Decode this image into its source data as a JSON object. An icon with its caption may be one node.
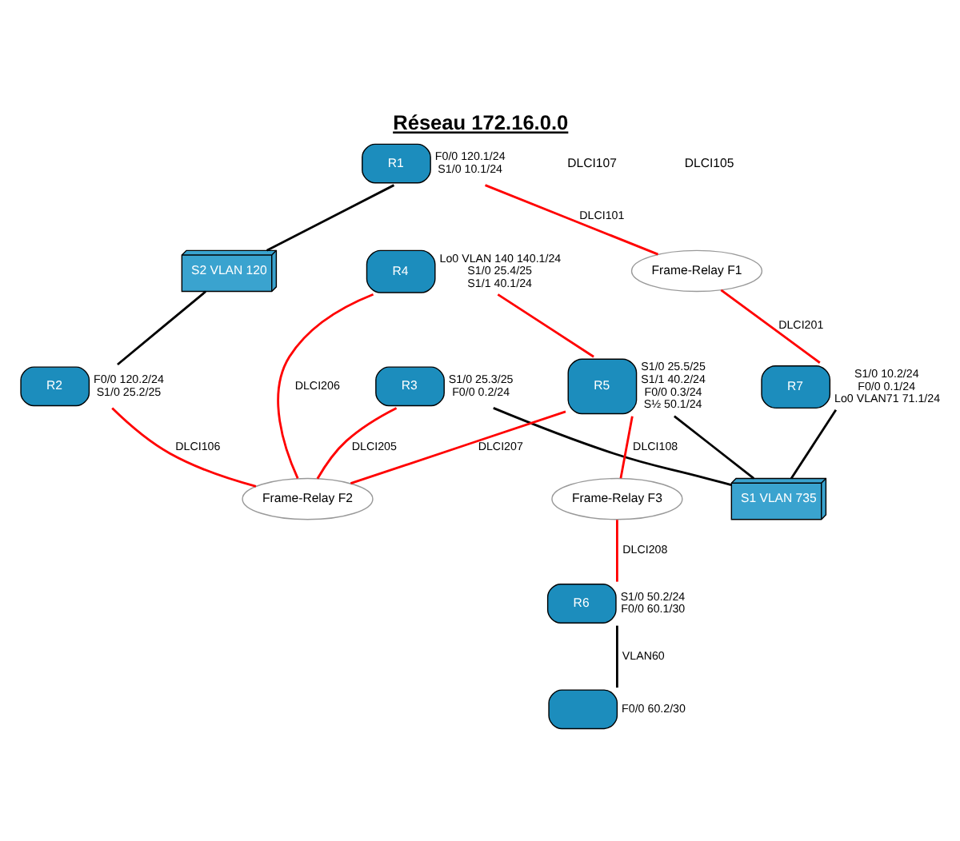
{
  "diagram": {
    "title": "Réseau 172.16.0.0",
    "nodes": [
      {
        "text": [
          "R1"
        ],
        "beside": [
          "F0/0 120.1/24",
          "S1/0 10.1/24"
        ]
      },
      {
        "text": [
          "S2 VLAN 120"
        ]
      },
      {
        "text": [
          "R2"
        ],
        "beside": [
          "F0/0 120.2/24",
          "S1/0 25.2/25"
        ]
      },
      {
        "text": [
          "Frame-Relay F2"
        ]
      },
      {
        "text": [
          "R4"
        ],
        "beside": [
          "Lo0 VLAN 140 140.1/24",
          "S1/0 25.4/25",
          "S1/1 40.1/24"
        ]
      },
      {
        "text": [
          "R3"
        ],
        "beside": [
          "S1/0 25.3/25",
          "F0/0 0.2/24"
        ]
      },
      {
        "text": [
          "R5"
        ],
        "beside": [
          "S1/0 25.5/25",
          "S1/1 40.2/24",
          "F0/0 0.3/24",
          "S½ 50.1/24"
        ]
      },
      {
        "text": [
          "Frame-Relay F1"
        ]
      },
      {
        "text": [
          "S1 VLAN 735"
        ]
      },
      {
        "text": [
          "Frame-Relay F3"
        ]
      },
      {
        "text": [
          "R7"
        ],
        "beside": [
          "S1/0 10.2/24",
          "F0/0 0.1/24",
          "Lo0 VLAN71 71.1/24"
        ]
      },
      {
        "text": [
          "R6"
        ],
        "beside": [
          "S1/0 50.2/24",
          "F0/0 60.1/30"
        ]
      },
      {
        "text": [],
        "shape": "cylinder",
        "beside": [
          "F0/0 60.2/30"
        ]
      }
    ],
    "edges": [
      {
        "from": 0,
        "to": 1,
        "arrow": "none",
        "color": "#000000"
      },
      {
        "from": 1,
        "to": 2,
        "arrow": "none",
        "color": "#000000"
      },
      {
        "from": 2,
        "to": 3,
        "arrow": "none",
        "label": "DLCI106",
        "color": "#ff0000"
      },
      {
        "from": 4,
        "to": 3,
        "arrow": "none",
        "label": "DLCI206",
        "color": "#ff0000"
      },
      {
        "from": 5,
        "to": 3,
        "arrow": "none",
        "label": "DLCI205",
        "color": "#ff0000"
      },
      {
        "from": 6,
        "to": 3,
        "arrow": "none",
        "label": "DLCI207",
        "color": "#ff0000"
      },
      {
        "from": 4,
        "to": 6,
        "arrow": "none",
        "color": "#ff0000"
      },
      {
        "from": 0,
        "to": 7,
        "arrow": "none",
        "label": "DLCI101",
        "color": "#ff0000"
      },
      {
        "from": 7,
        "to": 10,
        "arrow": "none",
        "label": "DLCI201",
        "color": "#ff0000"
      },
      {
        "from": 5,
        "to": 8,
        "arrow": "none",
        "color": "#000000"
      },
      {
        "from": 6,
        "to": 8,
        "arrow": "none",
        "color": "#000000"
      },
      {
        "from": 10,
        "to": 8,
        "arrow": "none",
        "color": "#000000"
      },
      {
        "from": 6,
        "to": 9,
        "arrow": "none",
        "label": "DLCI108",
        "color": "#ff0000"
      },
      {
        "from": 9,
        "to": 11,
        "arrow": "none",
        "label": "DLCI208",
        "color": "#ff0000"
      },
      {
        "from": 11,
        "to": 12,
        "arrow": "none",
        "label": "VLAN60",
        "color": "#000000"
      }
    ],
    "labels": [
      "DLCI107",
      "DLCI105"
    ]
  }
}
